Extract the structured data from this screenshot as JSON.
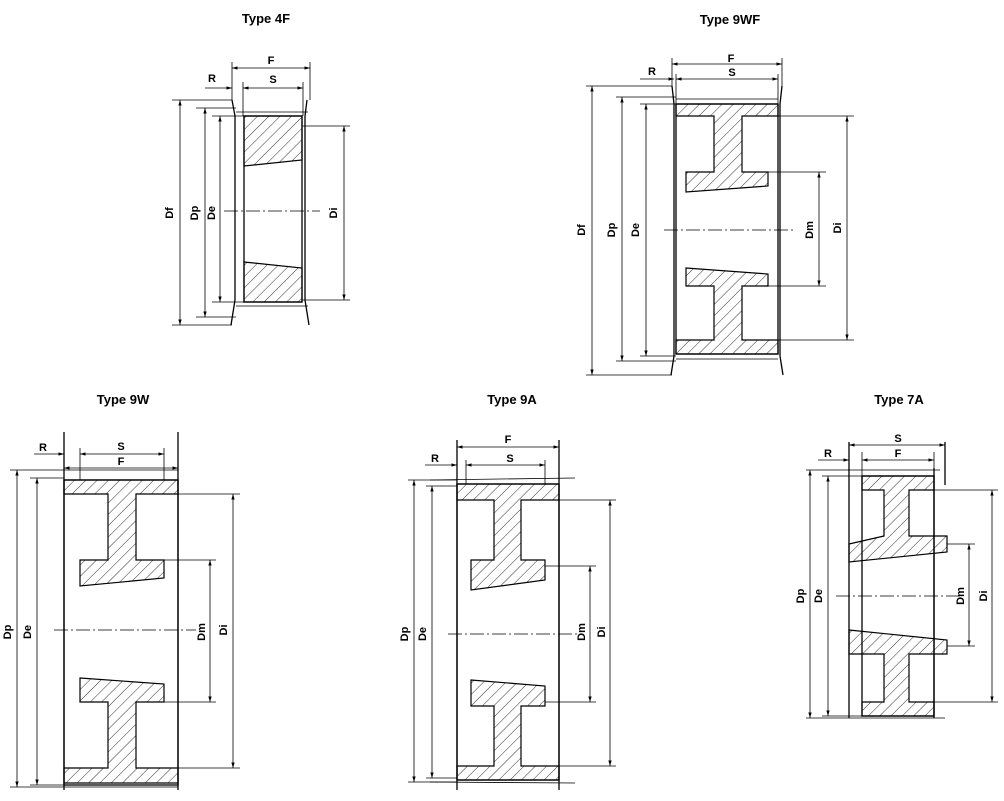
{
  "diagrams": {
    "t4f": {
      "title": "Type 4F",
      "labels": {
        "F": "F",
        "R": "R",
        "S": "S",
        "Df": "Df",
        "Dp": "Dp",
        "De": "De",
        "Di": "Di"
      }
    },
    "t9wf": {
      "title": "Type 9WF",
      "labels": {
        "F": "F",
        "R": "R",
        "S": "S",
        "Df": "Df",
        "Dp": "Dp",
        "De": "De",
        "Dm": "Dm",
        "Di": "Di"
      }
    },
    "t9w": {
      "title": "Type 9W",
      "labels": {
        "R": "R",
        "S": "S",
        "F": "F",
        "Dp": "Dp",
        "De": "De",
        "Dm": "Dm",
        "Di": "Di"
      }
    },
    "t9a": {
      "title": "Type 9A",
      "labels": {
        "F": "F",
        "R": "R",
        "S": "S",
        "Dp": "Dp",
        "De": "De",
        "Dm": "Dm",
        "Di": "Di"
      }
    },
    "t7a": {
      "title": "Type 7A",
      "labels": {
        "S": "S",
        "R": "R",
        "F": "F",
        "Dp": "Dp",
        "De": "De",
        "Dm": "Dm",
        "Di": "Di"
      }
    }
  }
}
